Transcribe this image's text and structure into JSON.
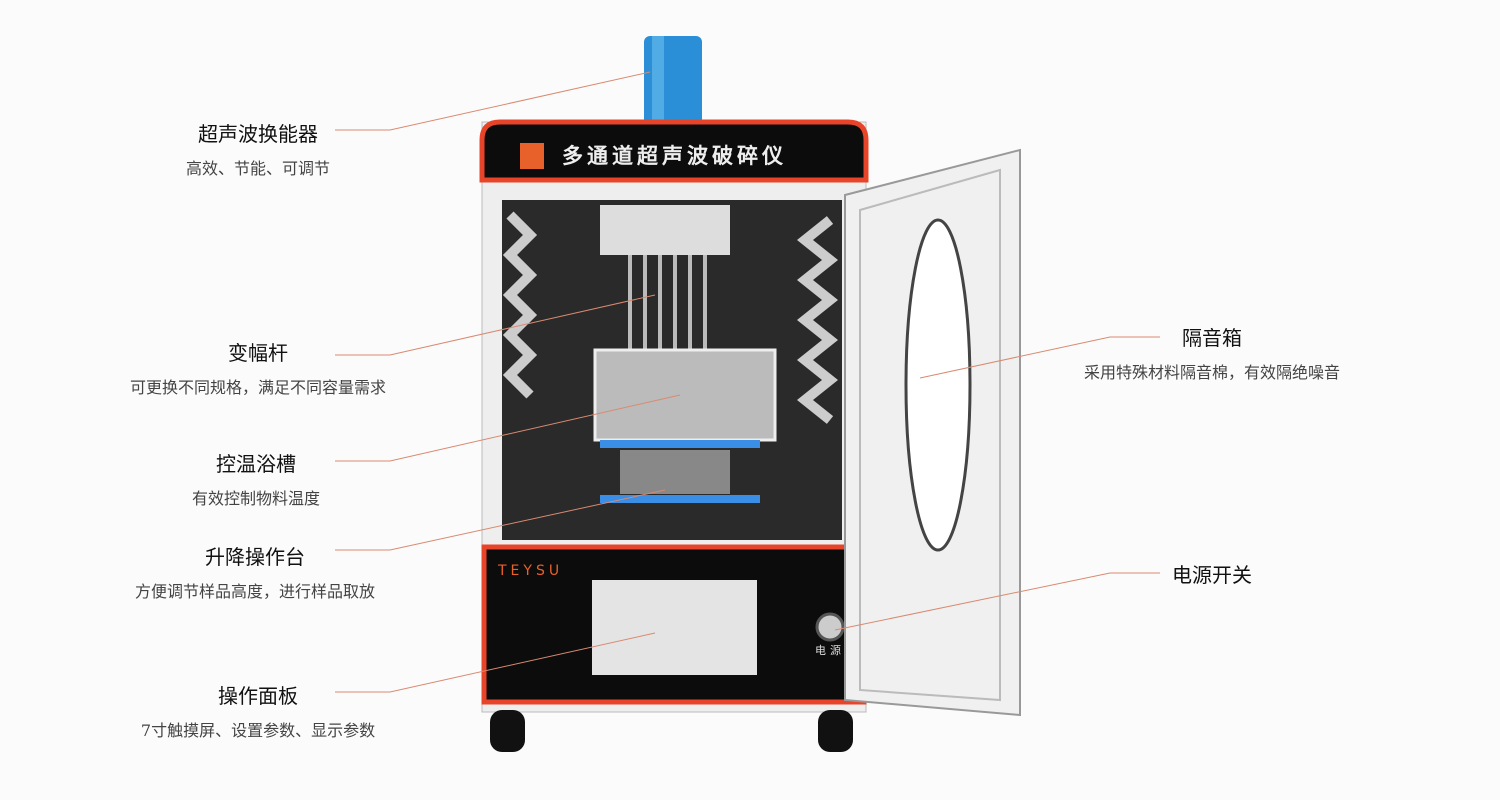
{
  "machine": {
    "title": "多通道超声波破碎仪",
    "brand": "TEYSU",
    "power_label": "电源"
  },
  "callouts": [
    {
      "title": "超声波换能器",
      "subtitle": "高效、节能、可调节"
    },
    {
      "title": "变幅杆",
      "subtitle": "可更换不同规格，满足不同容量需求"
    },
    {
      "title": "控温浴槽",
      "subtitle": "有效控制物料温度"
    },
    {
      "title": "升降操作台",
      "subtitle": "方便调节样品高度，进行样品取放"
    },
    {
      "title": "操作面板",
      "subtitle": "7寸触摸屏、设置参数、显示参数"
    },
    {
      "title": "隔音箱",
      "subtitle": "采用特殊材料隔音棉，有效隔绝噪音"
    },
    {
      "title": "电源开关"
    }
  ],
  "colors": {
    "accent": "#e8442a",
    "leader": "#d98a70",
    "transducer": "#2a8fd6"
  }
}
